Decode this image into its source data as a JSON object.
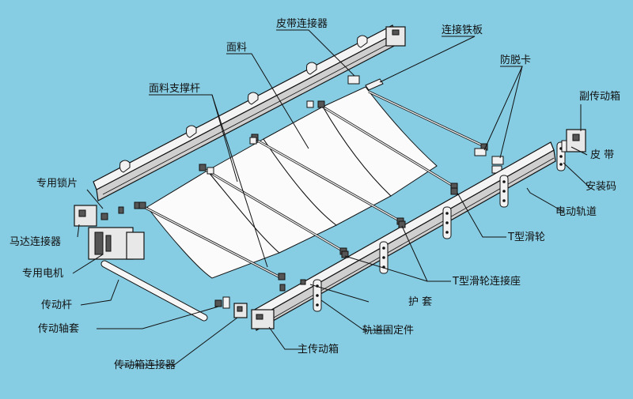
{
  "labels": {
    "belt_connector": "皮带连接器",
    "connect_plate": "连接铁板",
    "fabric": "面料",
    "anti_drop_clip": "防脱卡",
    "fabric_support_rod": "面料支撑杆",
    "secondary_gearbox": "副传动箱",
    "belt": "皮  带",
    "mount_bracket": "安装码",
    "special_lock_plate": "专用锁片",
    "electric_track": "电动轨道",
    "motor_connector": "马达连接器",
    "t_pulley": "T型滑轮",
    "special_motor": "专用电机",
    "t_pulley_seat": "T型滑轮连接座",
    "drive_rod": "传动杆",
    "sleeve": "护  套",
    "drive_shaft_sleeve": "传动轴套",
    "track_fixture": "轨道固定件",
    "main_gearbox": "主传动箱",
    "gearbox_connector": "传动箱连接器"
  },
  "colors": {
    "background": "#86cde4",
    "line": "#111111",
    "part_fill": "#f4f4f4"
  }
}
